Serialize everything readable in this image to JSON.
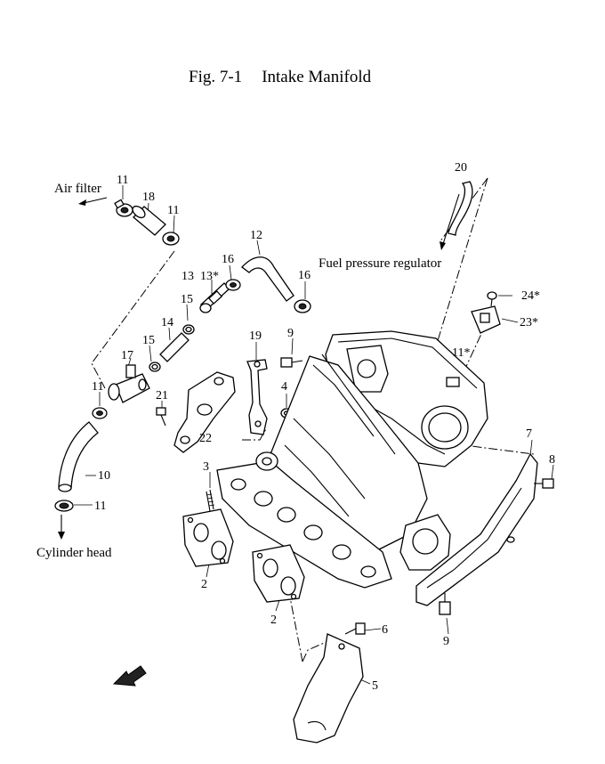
{
  "figure": {
    "number": "Fig. 7-1",
    "title": "Intake Manifold"
  },
  "annotations": {
    "air_filter": "Air filter",
    "fuel_pressure_regulator": "Fuel pressure regulator",
    "cylinder_head": "Cylinder head"
  },
  "callouts": {
    "p11_a": "11",
    "p18": "18",
    "p11_b": "11",
    "p20": "20",
    "p12": "12",
    "p16_a": "16",
    "p13": "13",
    "p13s": "13*",
    "p16_b": "16",
    "p15_a": "15",
    "p24s": "24*",
    "p14": "14",
    "p23s": "23*",
    "p15_b": "15",
    "p19": "19",
    "p9_a": "9",
    "p11s": "11*",
    "p17": "17",
    "p4": "4",
    "p11_c": "11",
    "p21": "21",
    "p22": "22",
    "p7": "7",
    "p8": "8",
    "p10": "10",
    "p3": "3",
    "p11_d": "11",
    "p2_a": "2",
    "p2_b": "2",
    "p9_b": "9",
    "p6": "6",
    "p5": "5"
  }
}
